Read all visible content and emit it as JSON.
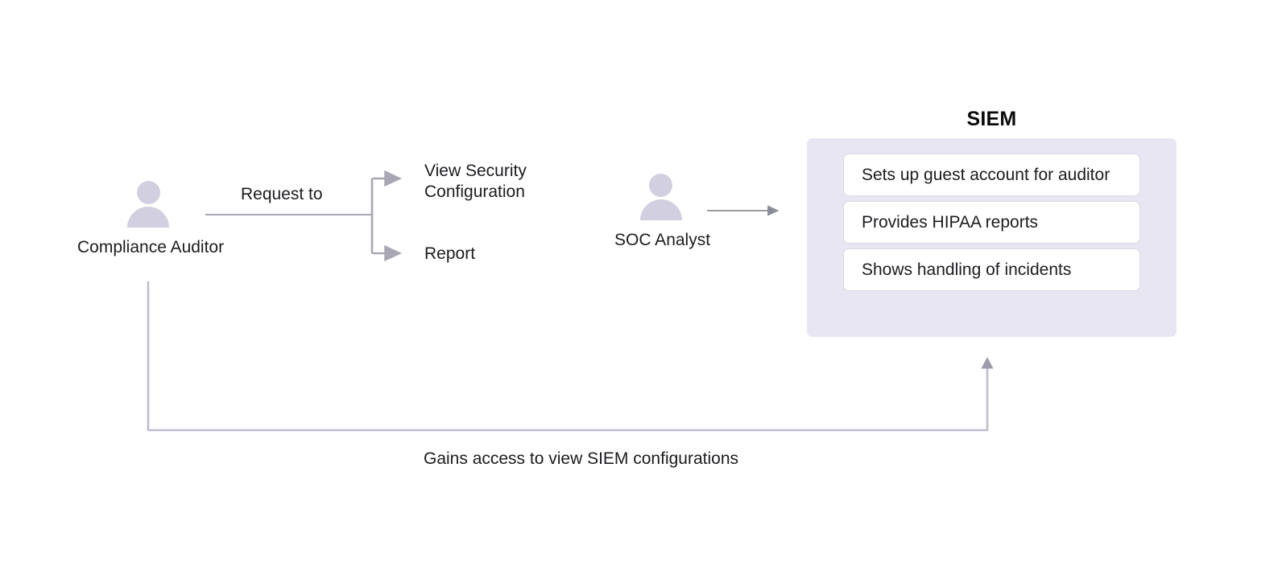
{
  "diagram": {
    "actors": [
      {
        "id": "compliance-auditor",
        "label": "Compliance Auditor",
        "icon": "person-icon"
      },
      {
        "id": "soc-analyst",
        "label": "SOC Analyst",
        "icon": "person-icon"
      }
    ],
    "edge_labels": {
      "request_to": "Request to",
      "bottom_flow": "Gains access to view SIEM configurations"
    },
    "branch_outputs": [
      {
        "id": "view-security-configuration",
        "label": "View Security\nConfiguration"
      },
      {
        "id": "report",
        "label": "Report"
      }
    ],
    "siem": {
      "title": "SIEM",
      "cards": [
        {
          "id": "sets-up-guest-account",
          "label": "Sets up guest account for auditor"
        },
        {
          "id": "provides-hipaa-reports",
          "label": "Provides HIPAA reports"
        },
        {
          "id": "shows-handling-of-incidents",
          "label": "Shows handling of incidents"
        }
      ]
    },
    "colors": {
      "background": "#ffffff",
      "actor_fill": "#d2d0e0",
      "connector": "#a9a7b5",
      "connector_thin": "#8c8c96",
      "panel_background": "#e8e6f2",
      "card_background": "#ffffff",
      "card_border": "#d9d9e2",
      "text": "#1c1c20",
      "title_text": "#0b0b0d"
    }
  }
}
